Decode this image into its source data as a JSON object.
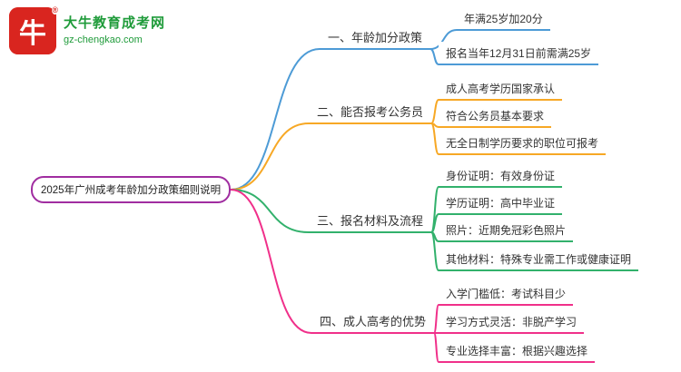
{
  "logo": {
    "mark_char": "牛",
    "reg_mark": "®",
    "title": "大牛教育成考网",
    "url": "gz-chengkao.com",
    "mark_color": "#d9251f",
    "text_color": "#1f9b3a"
  },
  "central": {
    "label": "2025年广州成考年龄加分政策细则说明",
    "color": "#a02da0"
  },
  "branches": [
    {
      "label": "一、年龄加分政策",
      "color": "#4d9bd6",
      "children": [
        "年满25岁加20分",
        "报名当年12月31日前需满25岁"
      ]
    },
    {
      "label": "二、能否报考公务员",
      "color": "#f7a825",
      "children": [
        "成人高考学历国家承认",
        "符合公务员基本要求",
        "无全日制学历要求的职位可报考"
      ]
    },
    {
      "label": "三、报名材料及流程",
      "color": "#32b16c",
      "children": [
        "身份证明：有效身份证",
        "学历证明：高中毕业证",
        "照片：近期免冠彩色照片",
        "其他材料：特殊专业需工作或健康证明"
      ]
    },
    {
      "label": "四、成人高考的优势",
      "color": "#f0308a",
      "children": [
        "入学门槛低：考试科目少",
        "学习方式灵活：非脱产学习",
        "专业选择丰富：根据兴趣选择"
      ]
    }
  ]
}
